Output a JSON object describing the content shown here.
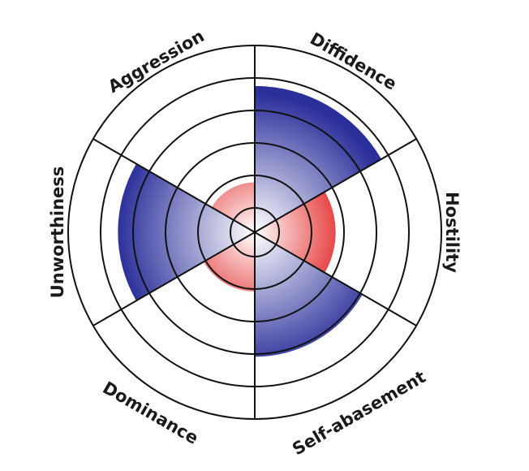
{
  "chart_data": {
    "type": "polar-area",
    "categories": [
      "Diffidence",
      "Hostility",
      "Self-abasement",
      "Dominance",
      "Unworthiness",
      "Aggression"
    ],
    "values": [
      4.7,
      2.6,
      4.0,
      1.9,
      4.4,
      1.6
    ],
    "rlim": [
      0,
      6
    ],
    "ring_count": 5,
    "gridlines": true,
    "colors": {
      "high": "#2b2f9a",
      "low": "#e01010",
      "center": "#ffffff",
      "grid": "#111111"
    }
  }
}
